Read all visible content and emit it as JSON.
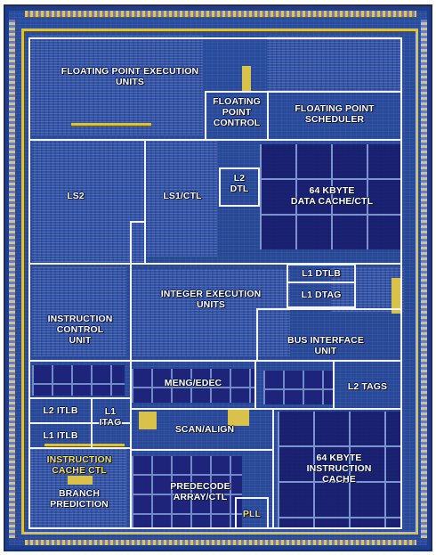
{
  "labels": {
    "fpu": [
      "FLOATING POINT EXECUTION",
      "UNITS"
    ],
    "fp_control": [
      "FLOATING",
      "POINT",
      "CONTROL"
    ],
    "fp_scheduler": [
      "FLOATING POINT",
      "SCHEDULER"
    ],
    "ls2": [
      "LS2"
    ],
    "ls1": [
      "LS1/CTL"
    ],
    "l2_dtl": [
      "L2",
      "DTL"
    ],
    "data_cache": [
      "64 KBYTE",
      "DATA CACHE/CTL"
    ],
    "l1_dtlb": [
      "L1 DTLB"
    ],
    "l1_dtag": [
      "L1 DTAG"
    ],
    "integer_exec": [
      "INTEGER EXECUTION",
      "UNITS"
    ],
    "instruction_control": [
      "INSTRUCTION",
      "CONTROL",
      "UNIT"
    ],
    "bus_interface": [
      "BUS INTERFACE",
      "UNIT"
    ],
    "meng_edec": [
      "MENG/EDEC"
    ],
    "l2_tags": [
      "L2 TAGS"
    ],
    "l2_itlb": [
      "L2  ITLB"
    ],
    "l1_itag": [
      "L1",
      "ITAG"
    ],
    "l1_itlb": [
      "L1  ITLB"
    ],
    "scan_align": [
      "SCAN/ALIGN"
    ],
    "instruction_cache_ctl": [
      "INSTRUCTION",
      "CACHE CTL"
    ],
    "instruction_cache": [
      "64 KBYTE",
      "INSTRUCTION",
      "CACHE"
    ],
    "branch_prediction": [
      "BRANCH",
      "PREDICTION"
    ],
    "predecode": [
      "PREDECODE",
      "ARRAY/CTL"
    ],
    "pll": [
      "PLL"
    ]
  },
  "colors": {
    "outline": "#f2f4ff",
    "die_blue": "#2a4c9c",
    "cache_cells": "#181a6a",
    "metal_yellow": "#d9c24a",
    "highlight_text": "#f3e36a"
  }
}
